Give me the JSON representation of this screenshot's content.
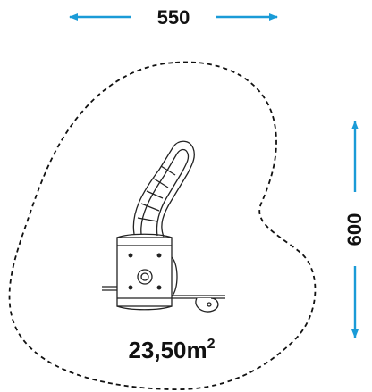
{
  "dimensions": {
    "width_label": "550",
    "depth_label": "600"
  },
  "area": {
    "value": "23,50m",
    "superscript": "2"
  },
  "colors": {
    "arrow": "#1a9bd7",
    "outline": "#111111",
    "equipment": "#222222"
  }
}
